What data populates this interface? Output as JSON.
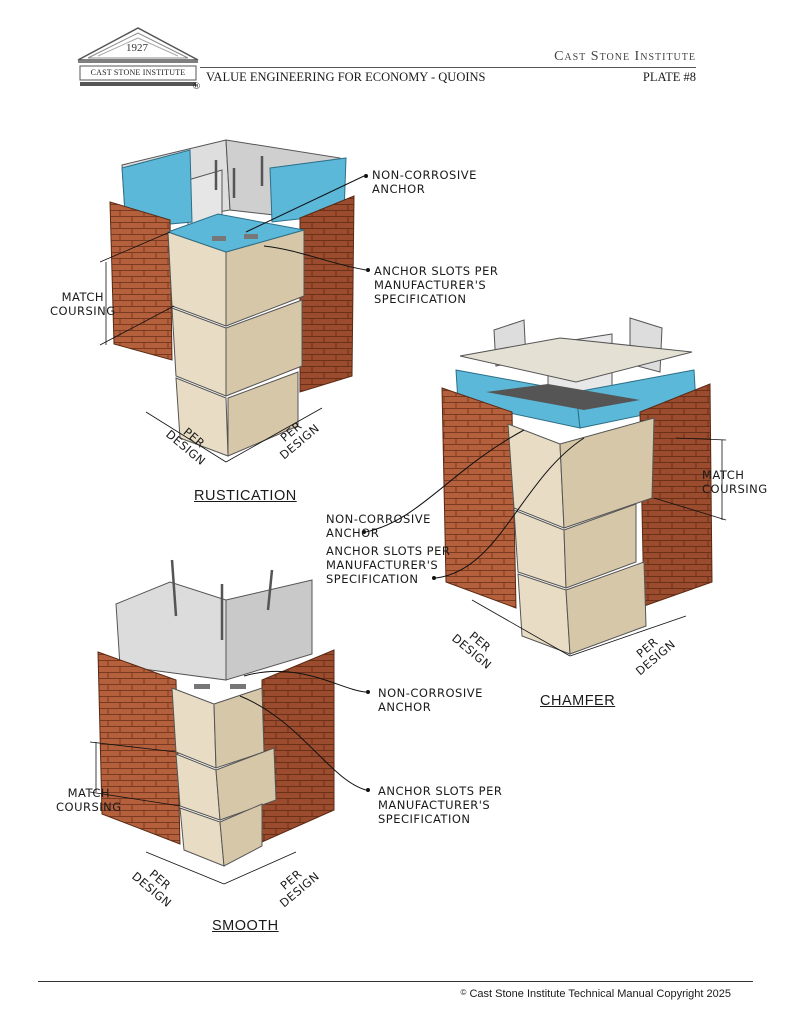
{
  "header": {
    "logo_year": "1927",
    "logo_name": "CAST STONE INSTITUTE",
    "logo_mark": "®",
    "organization": "Cast Stone Institute",
    "title": "VALUE ENGINEERING FOR ECONOMY - QUOINS",
    "plate": "PLATE #8"
  },
  "details": [
    {
      "caption": "RUSTICATION",
      "labels": {
        "anchor": "NON-CORROSIVE\nANCHOR",
        "slots": "ANCHOR SLOTS PER\nMANUFACTURER'S\nSPECIFICATION",
        "coursing": "MATCH\nCOURSING",
        "dim_left": "PER\nDESIGN",
        "dim_right": "PER\nDESIGN"
      }
    },
    {
      "caption": "CHAMFER",
      "labels": {
        "anchor": "NON-CORROSIVE\nANCHOR",
        "slots": "ANCHOR SLOTS PER\nMANUFACTURER'S\nSPECIFICATION",
        "coursing": "MATCH\nCOURSING",
        "dim_left": "PER\nDESIGN",
        "dim_right": "PER\nDESIGN"
      }
    },
    {
      "caption": "SMOOTH",
      "labels": {
        "anchor": "NON-CORROSIVE\nANCHOR",
        "slots": "ANCHOR SLOTS PER\nMANUFACTURER'S\nSPECIFICATION",
        "coursing": "MATCH\nCOURSING",
        "dim_left": "PER\nDESIGN",
        "dim_right": "PER\nDESIGN"
      }
    }
  ],
  "footer": {
    "mark": "©",
    "text": "Cast Stone Institute Technical Manual Copyright 2025"
  },
  "colors": {
    "brick": "#b5603c",
    "brick_dark": "#8a4428",
    "stone": "#e8dcc4",
    "stone_shade": "#d6c7a8",
    "insulation": "#5bb8d8",
    "cmu": "#d9d9d9"
  }
}
